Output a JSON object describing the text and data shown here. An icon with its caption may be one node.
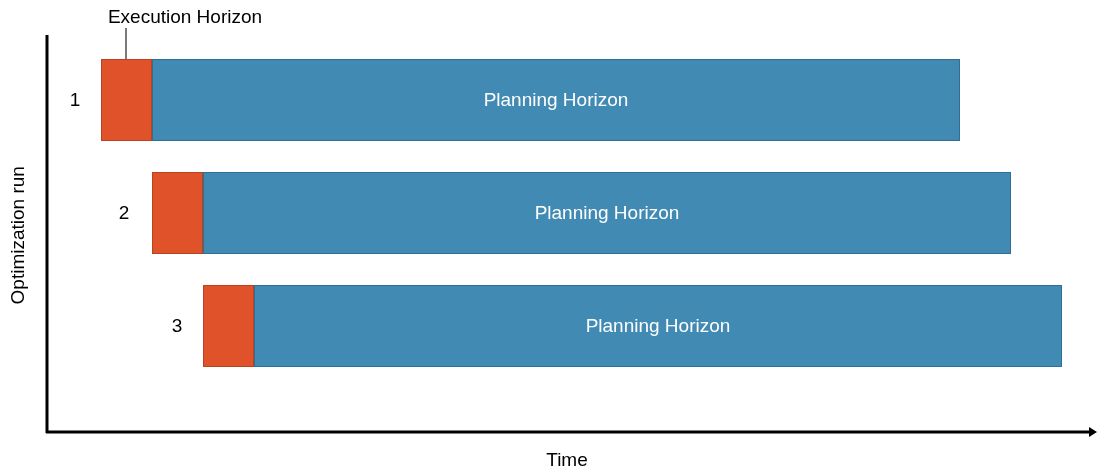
{
  "diagram": {
    "nodes": [
      {
        "text": [
          "Execution Horizon"
        ]
      },
      {
        "text": [],
        "shape": "bar"
      },
      {
        "text": [
          "Planning Horizon"
        ]
      },
      {
        "text": [],
        "shape": "bar"
      },
      {
        "text": [
          "Planning Horizon"
        ]
      },
      {
        "text": [],
        "shape": "bar"
      },
      {
        "text": [
          "Planning Horizon"
        ]
      }
    ],
    "edges": [
      {
        "from": 0,
        "to": 1,
        "arrow": "none"
      }
    ],
    "labels": [
      "1",
      "2",
      "3",
      "Optimization run",
      "Time"
    ]
  }
}
